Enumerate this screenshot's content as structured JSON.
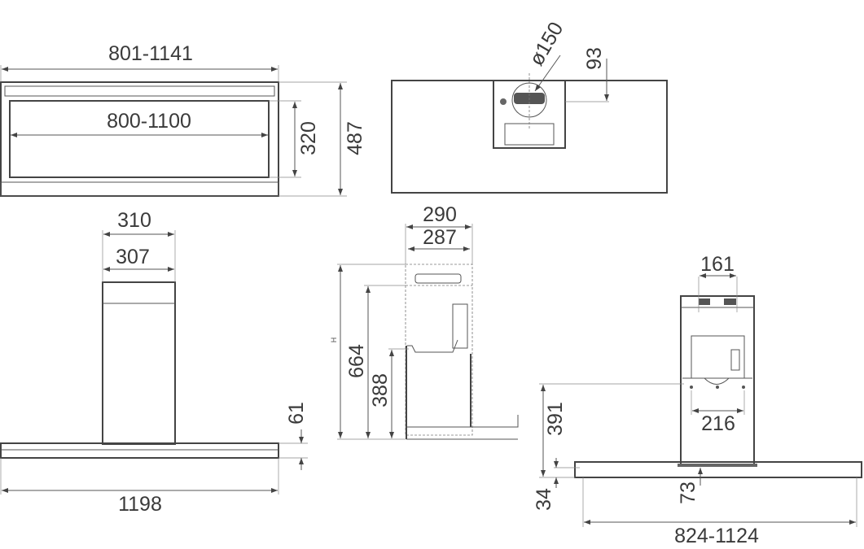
{
  "front_view": {
    "overall_width": "801-1141",
    "inner_width": "800-1100",
    "inner_height": "320",
    "overall_height": "487"
  },
  "top_view": {
    "outlet_diameter": "ø150",
    "outlet_offset": "93"
  },
  "elevation_view": {
    "chimney_outer": "310",
    "chimney_inner": "307",
    "hood_thickness": "61",
    "hood_width": "1198"
  },
  "side_view": {
    "outer_depth": "290",
    "inner_depth": "287",
    "height_label": "H",
    "height_upper": "664",
    "height_lower": "388"
  },
  "rear_view": {
    "bracket_width": "161",
    "bracket_holes": "216",
    "bracket_height": "391",
    "bar_height": "34",
    "bar_offset": "73",
    "bar_width": "824-1124"
  }
}
